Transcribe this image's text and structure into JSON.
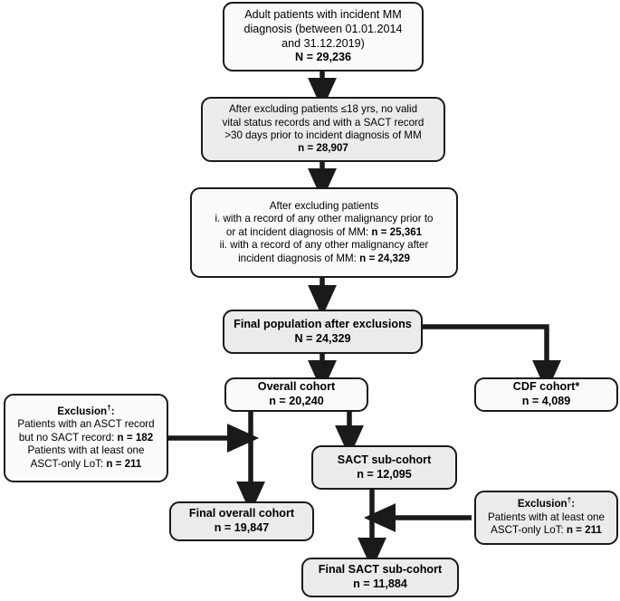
{
  "diagram": {
    "title": "Patient cohort selection flow diagram",
    "fill_gray": "#ebebeb",
    "fill_white": "#fafafa",
    "stroke": "#1a1a1a"
  },
  "nodes": {
    "incident_mm": {
      "line1": "Adult patients with incident MM",
      "line2": "diagnosis (between 01.01.2014",
      "line3": "and 31.12.2019)",
      "line4": "N = 29,236"
    },
    "exclude_age_vital": {
      "line1": "After excluding patients ≤18 yrs, no valid",
      "line2": "vital status records and with a SACT record",
      "line3": ">30 days prior to incident diagnosis of MM",
      "line4": "n = 28,907"
    },
    "exclude_malignancy": {
      "line1": "After excluding patients",
      "line2_plain": "i. with a record of any other malignancy prior to",
      "line3_plain": "or at incident diagnosis of MM: ",
      "line3_bold": "n = 25,361",
      "line4_plain": "ii. with a record of any other malignancy after",
      "line5_plain": "incident diagnosis of MM: ",
      "line5_bold": "n = 24,329"
    },
    "final_population": {
      "line1": "Final population after exclusions",
      "line2": "N = 24,329"
    },
    "overall_cohort": {
      "line1": "Overall cohort",
      "line2": "n = 20,240"
    },
    "cdf_cohort": {
      "line1": "CDF cohort*",
      "line2": "n = 4,089"
    },
    "exclusion_left": {
      "heading": "Exclusion",
      "heading_marker": "†",
      "heading_colon": ":",
      "line2": "Patients with an ASCT record",
      "line3_plain": "but no SACT record: ",
      "line3_bold": "n = 182",
      "line4": "Patients with at least one",
      "line5_plain": "ASCT-only LoT: ",
      "line5_bold": "n = 211"
    },
    "sact_subcohort": {
      "line1": "SACT sub-cohort",
      "line2": "n = 12,095"
    },
    "final_overall_cohort": {
      "line1": "Final overall cohort",
      "line2": "n = 19,847"
    },
    "exclusion_right": {
      "heading": "Exclusion",
      "heading_marker": "†",
      "heading_colon": ":",
      "line2": "Patients with at least one",
      "line3_plain": "ASCT-only LoT: ",
      "line3_bold": "n = 211"
    },
    "final_sact_subcohort": {
      "line1": "Final SACT sub-cohort",
      "line2": "n = 11,884"
    }
  }
}
